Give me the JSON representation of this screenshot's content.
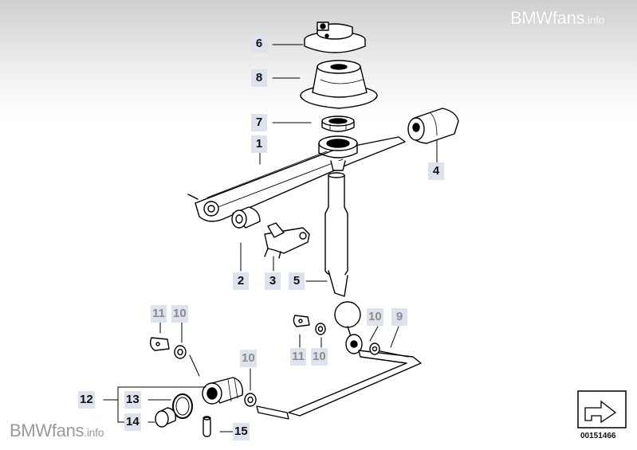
{
  "watermark": {
    "brand": "BMWfans",
    "suffix": ".info"
  },
  "parts": [
    {
      "id": "1",
      "label": "1"
    },
    {
      "id": "2",
      "label": "2"
    },
    {
      "id": "3",
      "label": "3"
    },
    {
      "id": "4",
      "label": "4"
    },
    {
      "id": "5",
      "label": "5"
    },
    {
      "id": "6",
      "label": "6"
    },
    {
      "id": "7",
      "label": "7"
    },
    {
      "id": "8",
      "label": "8"
    },
    {
      "id": "9",
      "label": "9"
    },
    {
      "id": "10",
      "label": "10"
    },
    {
      "id": "11",
      "label": "11"
    },
    {
      "id": "12",
      "label": "12"
    },
    {
      "id": "13",
      "label": "13"
    },
    {
      "id": "14",
      "label": "14"
    },
    {
      "id": "15",
      "label": "15"
    }
  ],
  "diagram_code": "00151466"
}
